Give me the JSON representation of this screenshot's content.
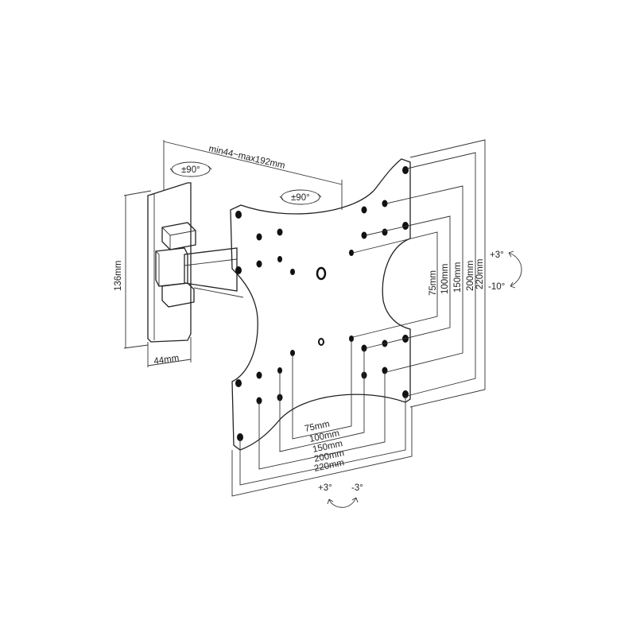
{
  "labels": {
    "arm_extension": "min44~max192mm",
    "swivel_wall": "±90°",
    "swivel_plate": "±90°",
    "height": "136mm",
    "depth": "44mm",
    "vesa_h_75": "75mm",
    "vesa_h_100": "100mm",
    "vesa_h_150": "150mm",
    "vesa_h_200": "200mm",
    "vesa_h_220": "220mm",
    "vesa_v_75": "75mm",
    "vesa_v_100": "100mm",
    "vesa_v_150": "150mm",
    "vesa_v_200": "200mm",
    "vesa_v_220": "220mm",
    "tilt_up": "+3°",
    "tilt_down": "-10°",
    "level_plus": "+3°",
    "level_minus": "-3°"
  }
}
